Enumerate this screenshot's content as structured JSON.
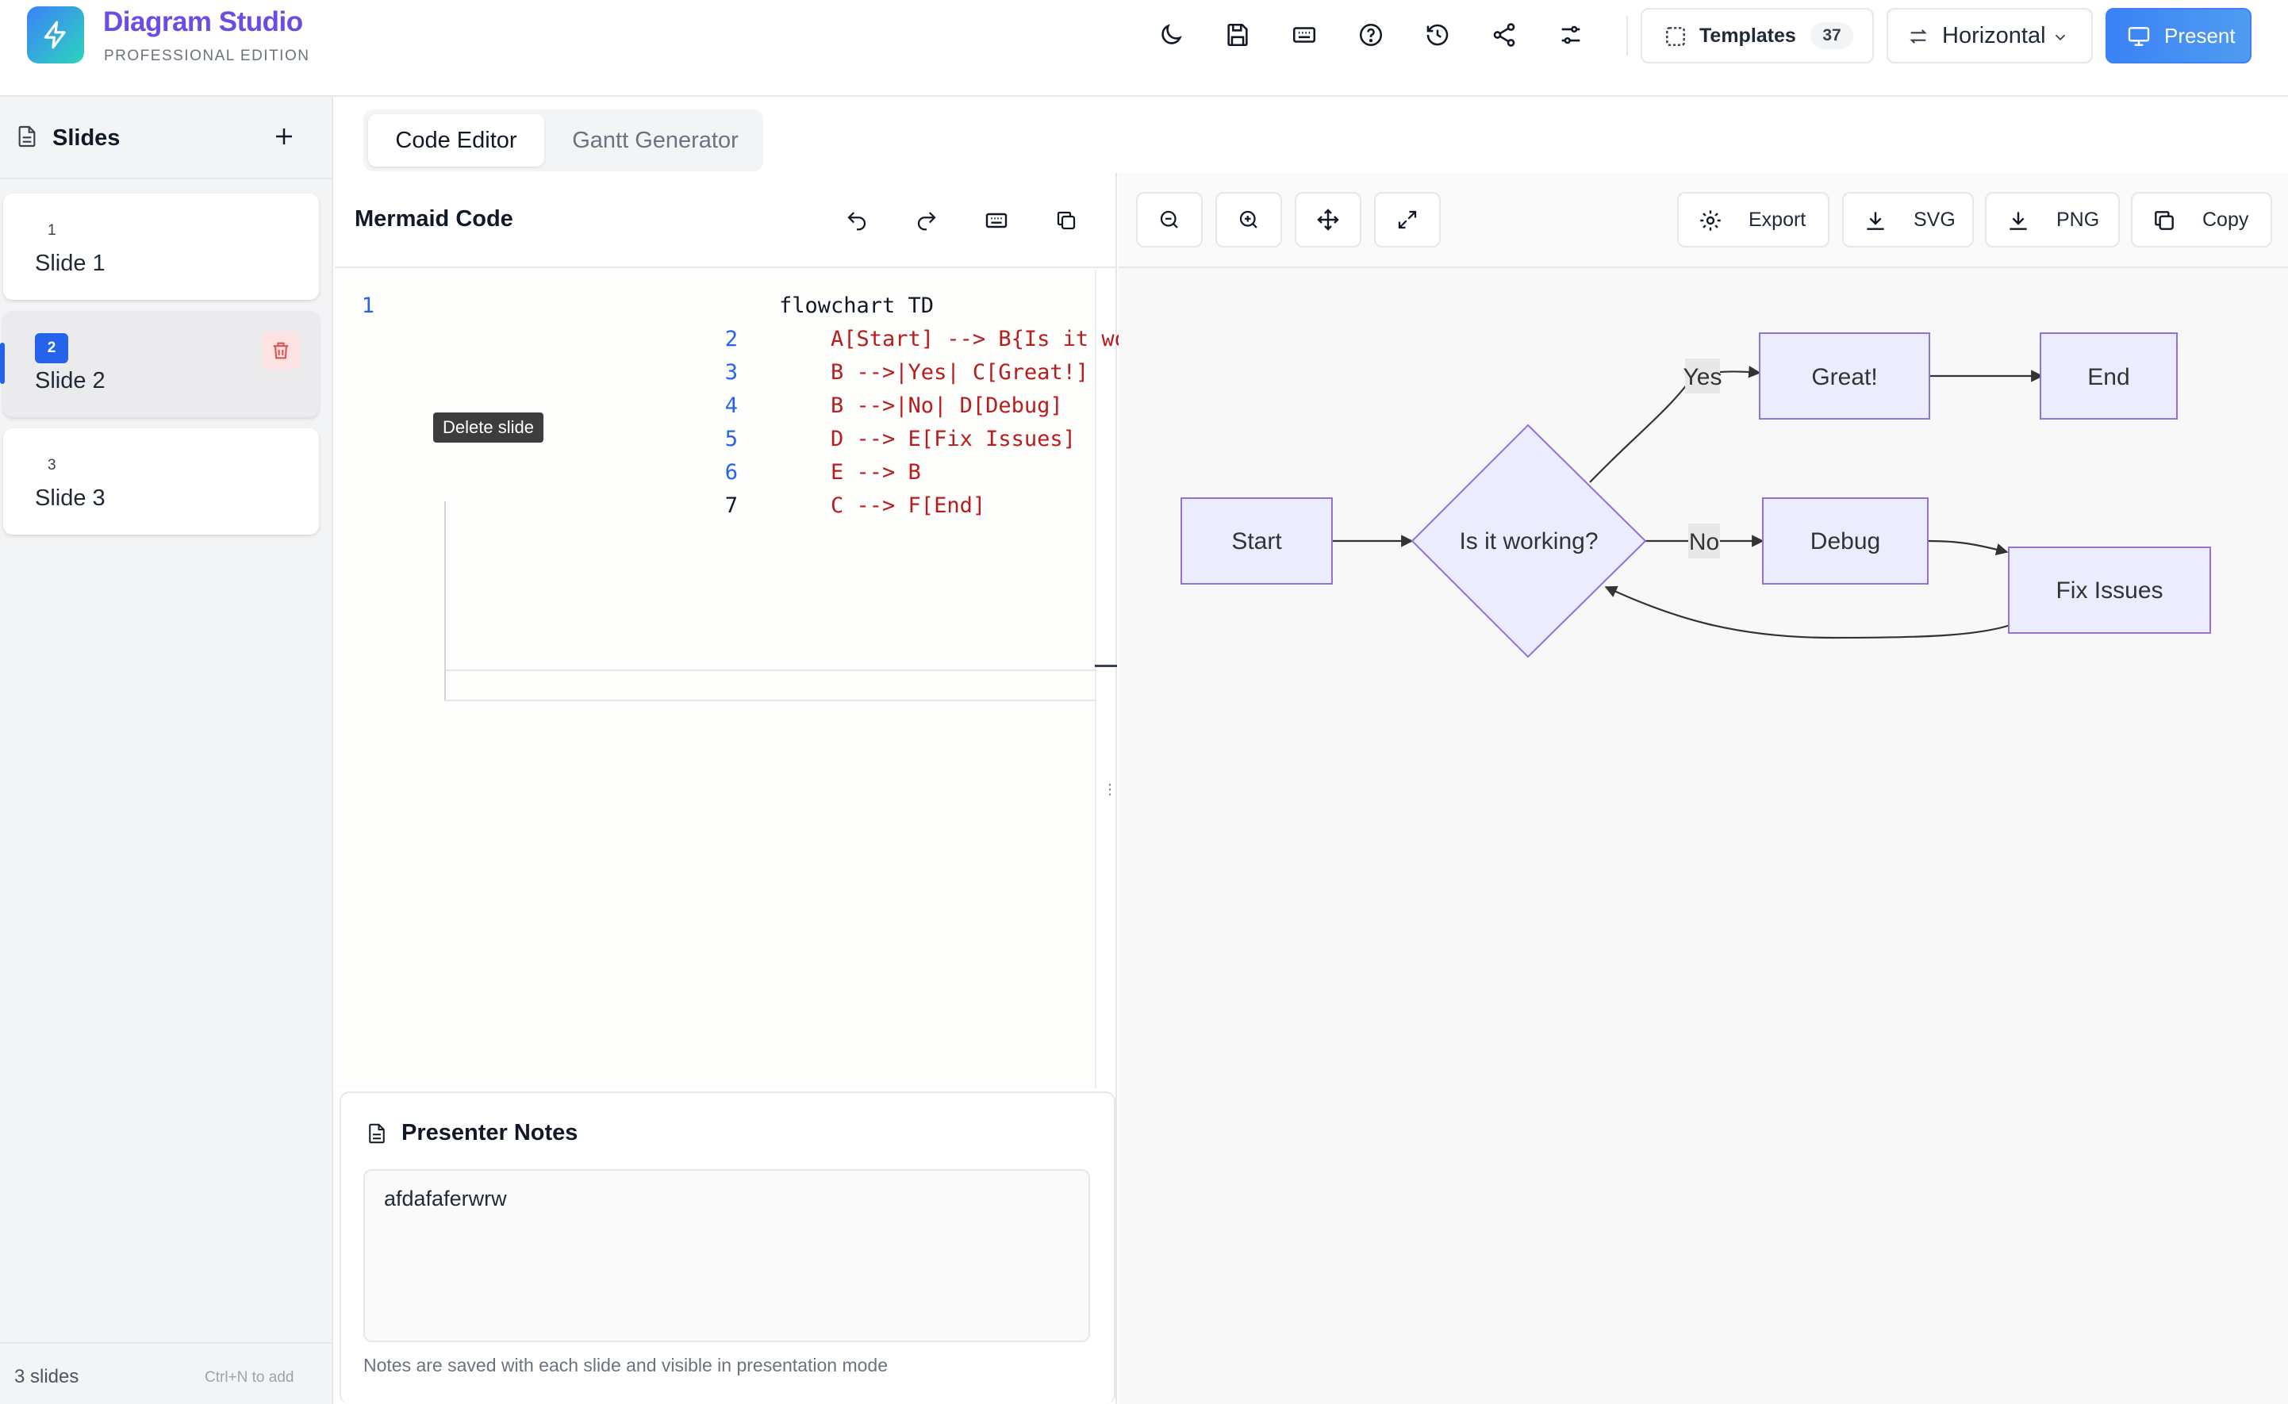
{
  "app": {
    "title": "Diagram Studio",
    "edition": "PROFESSIONAL EDITION"
  },
  "header": {
    "icons": [
      "moon-icon",
      "save-icon",
      "keyboard-icon",
      "help-icon",
      "history-icon",
      "share-icon",
      "settings-sliders-icon"
    ],
    "templates_label": "Templates",
    "templates_count": "37",
    "layout_label": "Horizontal",
    "present_label": "Present"
  },
  "sidebar": {
    "title": "Slides",
    "slides": [
      {
        "number": "1",
        "name": "Slide 1",
        "active": false
      },
      {
        "number": "2",
        "name": "Slide 2",
        "active": true
      },
      {
        "number": "3",
        "name": "Slide 3",
        "active": false
      }
    ],
    "footer_count": "3 slides",
    "footer_hint": "Ctrl+N to add",
    "delete_tooltip": "Delete slide"
  },
  "tabs": [
    {
      "label": "Code Editor",
      "active": true
    },
    {
      "label": "Gantt Generator",
      "active": false
    }
  ],
  "editor": {
    "title": "Mermaid Code",
    "lines": [
      {
        "n": "1",
        "text": "flowchart TD"
      },
      {
        "n": "2",
        "text": "    A[Start] --> B{Is it working?}"
      },
      {
        "n": "3",
        "text": "    B -->|Yes| C[Great!]"
      },
      {
        "n": "4",
        "text": "    B -->|No| D[Debug]"
      },
      {
        "n": "5",
        "text": "    D --> E[Fix Issues]"
      },
      {
        "n": "6",
        "text": "    E --> B"
      },
      {
        "n": "7",
        "text": "    C --> F[End]"
      }
    ]
  },
  "notes": {
    "title": "Presenter Notes",
    "value": "afdafaferwrw",
    "help": "Notes are saved with each slide and visible in presentation mode"
  },
  "preview": {
    "export_label": "Export",
    "svg_label": "SVG",
    "png_label": "PNG",
    "copy_label": "Copy",
    "nodes": {
      "start": "Start",
      "decision": "Is it working?",
      "great": "Great!",
      "end": "End",
      "debug": "Debug",
      "fix": "Fix Issues"
    },
    "edge_labels": {
      "yes": "Yes",
      "no": "No"
    },
    "colors": {
      "node_fill": "#ECECFF",
      "node_stroke": "#9370DB",
      "edge_label_bg": "#e8e8e8"
    }
  },
  "colors": {
    "brand": "#6d4ce6",
    "accent": "#3b82f6",
    "code_string": "#b91c1c",
    "line_number": "#2563eb"
  }
}
